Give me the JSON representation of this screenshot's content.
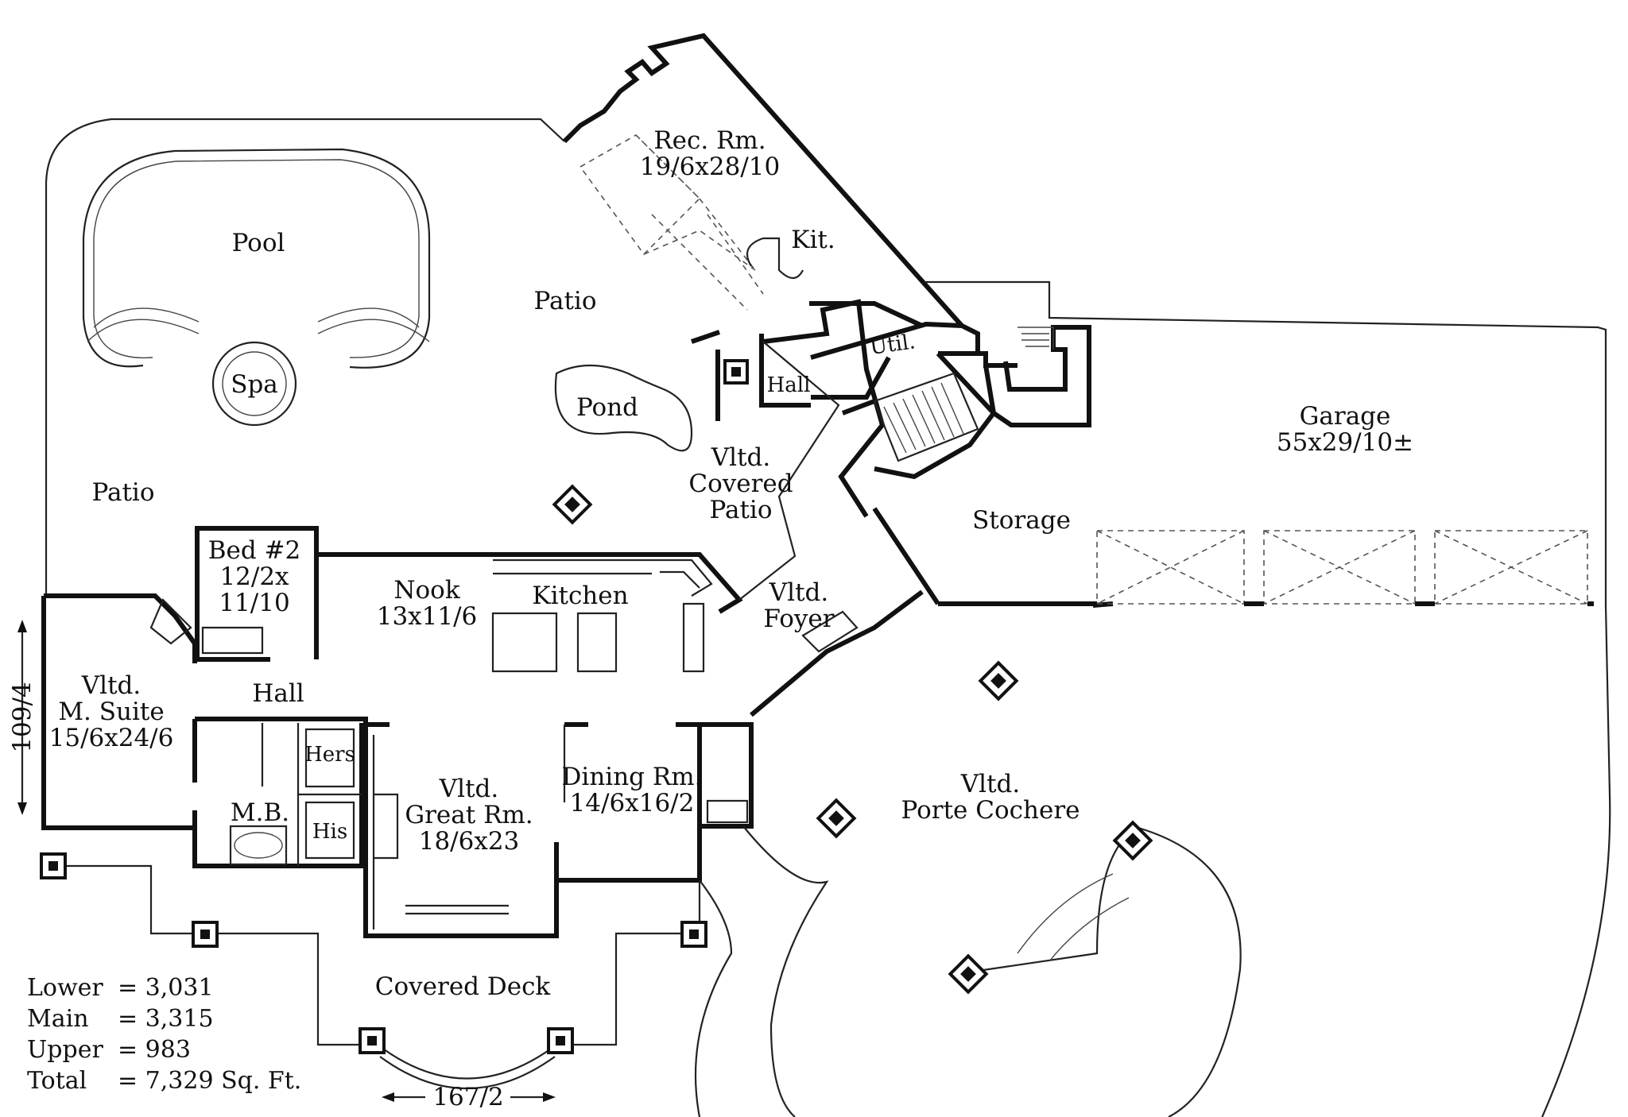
{
  "plan": {
    "rooms": {
      "rec_rm": {
        "name": "Rec. Rm.",
        "dim": "19/6x28/10"
      },
      "kit": {
        "name": "Kit."
      },
      "util": {
        "name": "Util."
      },
      "hall_upper": {
        "name": "Hall"
      },
      "pool": {
        "name": "Pool"
      },
      "spa": {
        "name": "Spa"
      },
      "patio_center": {
        "name": "Patio"
      },
      "patio_left": {
        "name": "Patio"
      },
      "pond": {
        "name": "Pond"
      },
      "covered_patio": {
        "line1": "Vltd.",
        "line2": "Covered",
        "line3": "Patio"
      },
      "garage": {
        "name": "Garage",
        "dim": "55x29/10±"
      },
      "storage": {
        "name": "Storage"
      },
      "bed2": {
        "name": "Bed #2",
        "dim1": "12/2x",
        "dim2": "11/10"
      },
      "nook": {
        "name": "Nook",
        "dim": "13x11/6"
      },
      "kitchen": {
        "name": "Kitchen"
      },
      "foyer": {
        "line1": "Vltd.",
        "line2": "Foyer"
      },
      "hall_main": {
        "name": "Hall"
      },
      "m_suite": {
        "line1": "Vltd.",
        "line2": "M. Suite",
        "dim": "15/6x24/6"
      },
      "hers": {
        "name": "Hers"
      },
      "his": {
        "name": "His"
      },
      "mb": {
        "name": "M.B."
      },
      "great_rm": {
        "line1": "Vltd.",
        "line2": "Great Rm.",
        "dim": "18/6x23"
      },
      "dining_rm": {
        "name": "Dining Rm.",
        "dim": "14/6x16/2"
      },
      "porte_cochere": {
        "line1": "Vltd.",
        "line2": "Porte Cochere"
      },
      "covered_deck": {
        "name": "Covered Deck"
      }
    },
    "dimensions": {
      "width": "167/2",
      "depth": "109/4"
    },
    "area_summary": [
      {
        "label": "Lower",
        "value": "= 3,031"
      },
      {
        "label": "Main",
        "value": "= 3,315"
      },
      {
        "label": "Upper",
        "value": "= 983"
      },
      {
        "label": "Total",
        "value": "= 7,329 Sq. Ft."
      }
    ]
  }
}
